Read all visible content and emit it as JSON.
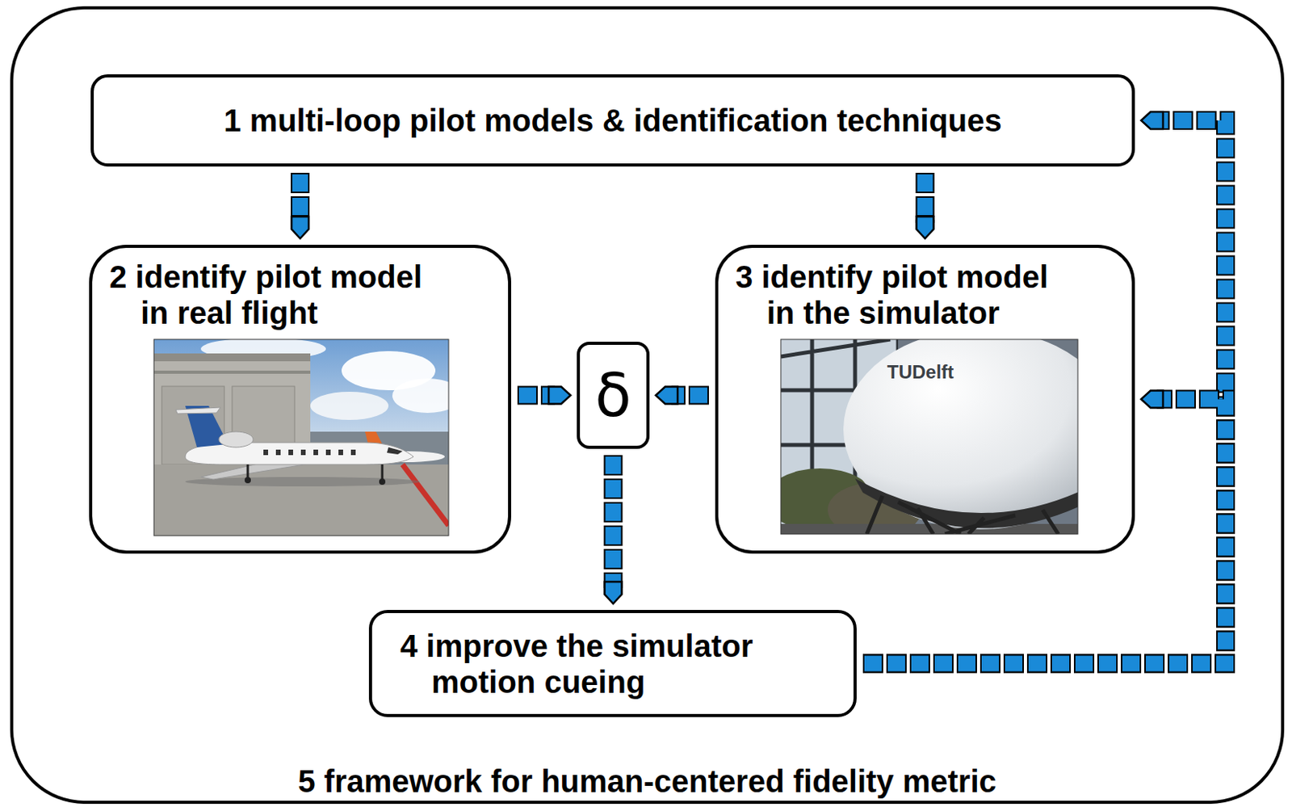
{
  "diagram": {
    "nodes": [
      {
        "text": [
          "5 framework for human-centered fidelity metric"
        ]
      },
      {
        "text": [
          "1 multi-loop pilot models & identification techniques"
        ],
        "in": 0
      },
      {
        "text": [
          "2 identify pilot model in real flight"
        ],
        "in": 0
      },
      {
        "text": [
          "δ"
        ],
        "in": 0
      },
      {
        "text": [
          "3 identify pilot model in the simulator"
        ],
        "in": 0
      },
      {
        "text": [
          "4 improve the simulator motion cueing"
        ],
        "in": 0
      }
    ],
    "edges": [
      {
        "from": 1,
        "to": 2,
        "arrow": "to"
      },
      {
        "from": 1,
        "to": 4,
        "arrow": "to"
      },
      {
        "from": 2,
        "to": 3,
        "arrow": "to"
      },
      {
        "from": 4,
        "to": 3,
        "arrow": "to"
      },
      {
        "from": 3,
        "to": 5,
        "arrow": "to"
      },
      {
        "from": 5,
        "to": 1,
        "arrow": "to"
      },
      {
        "from": 5,
        "to": 4,
        "arrow": "to"
      }
    ],
    "labels": [
      "TUDelft"
    ]
  }
}
